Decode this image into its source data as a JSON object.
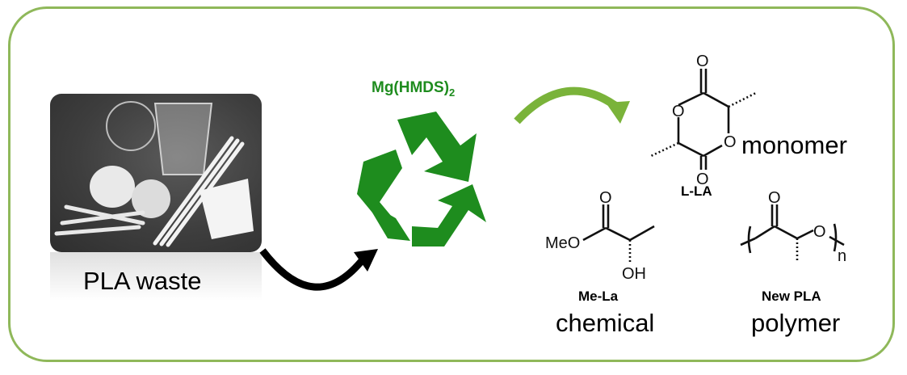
{
  "reagent": {
    "text": "Mg(HMDS)",
    "subscript": "2"
  },
  "waste_label": "PLA waste",
  "products": [
    {
      "name": "L-LA",
      "category": "monomer"
    },
    {
      "name": "Me-La",
      "category": "chemical"
    },
    {
      "name": "New PLA",
      "category": "polymer"
    }
  ],
  "atoms": {
    "O": "O",
    "MeO": "MeO",
    "OH": "OH",
    "n": "n"
  },
  "colors": {
    "frame": "#8fb85a",
    "recycle": "#1e8c1e",
    "arrow_green": "#7ab33a",
    "arrow_black": "#000000"
  }
}
